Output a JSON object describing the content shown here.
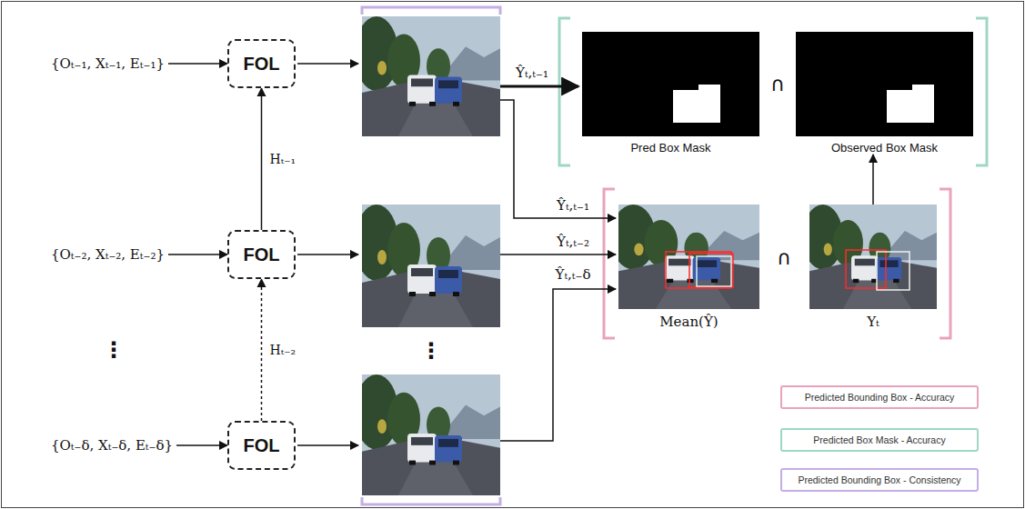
{
  "diagram": {
    "nodes": [
      {
        "text": [
          "{Oₜ₋₁, Xₜ₋₁, Eₜ₋₁}"
        ]
      },
      {
        "text": [
          "{Oₜ₋₂, Xₜ₋₂, Eₜ₋₂}"
        ]
      },
      {
        "text": [
          "{Oₜ₋δ, Xₜ₋δ, Eₜ₋δ}"
        ]
      },
      {
        "text": [
          "FOL"
        ]
      },
      {
        "text": [
          "FOL"
        ]
      },
      {
        "text": [
          "FOL"
        ]
      },
      {
        "text": [
          "Pred Box Mask"
        ]
      },
      {
        "text": [
          "Observed Box Mask"
        ]
      },
      {
        "text": [
          "Mean(Ŷ)"
        ]
      },
      {
        "text": [
          "Yₜ"
        ]
      }
    ],
    "edges": [
      {
        "from": 0,
        "to": 3,
        "arrow": "to"
      },
      {
        "from": 1,
        "to": 4,
        "arrow": "to"
      },
      {
        "from": 2,
        "to": 5,
        "arrow": "to"
      },
      {
        "from": 4,
        "to": 3,
        "label": "Hₜ₋₁",
        "arrow": "to"
      },
      {
        "from": 5,
        "to": 4,
        "label": "Hₜ₋₂",
        "arrow": "to"
      },
      {
        "from": 9,
        "to": 7,
        "arrow": "to"
      }
    ],
    "labels": [
      "Ŷₜ,ₜ₋₁",
      "Ŷₜ,ₜ₋₁",
      "Ŷₜ,ₜ₋₂",
      "Ŷₜ,ₜ₋δ",
      "∩",
      "∩",
      "⋮",
      "⋮"
    ],
    "legend": [
      {
        "text": "Predicted Bounding Box - Accuracy",
        "color": "#e9a3bd"
      },
      {
        "text": "Predicted Box Mask - Accuracy",
        "color": "#9fd6c6"
      },
      {
        "text": "Predicted Bounding Box - Consistency",
        "color": "#c3aee6"
      }
    ]
  }
}
